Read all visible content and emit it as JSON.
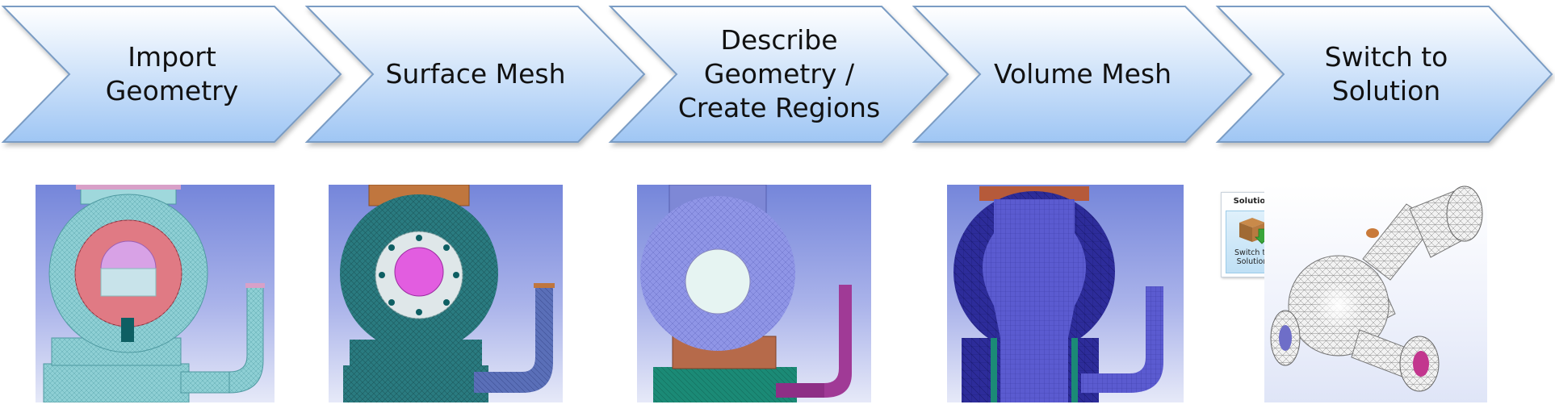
{
  "steps": [
    {
      "label": "Import\nGeometry"
    },
    {
      "label": "Surface Mesh"
    },
    {
      "label": "Describe\nGeometry /\nCreate Regions"
    },
    {
      "label": "Volume Mesh"
    },
    {
      "label": "Switch to\nSolution"
    }
  ],
  "solution_panel": {
    "title": "Solution",
    "button_label": "Switch to\nSolution",
    "icon": "box-with-green-arrow-icon"
  },
  "colors": {
    "arrow_top": "#ffffff",
    "arrow_bottom": "#9fc6f4",
    "arrow_stroke": "#7a9cc4",
    "panel_bg_top": "#7586da",
    "panel_bg_bottom": "#e6e9f8"
  }
}
